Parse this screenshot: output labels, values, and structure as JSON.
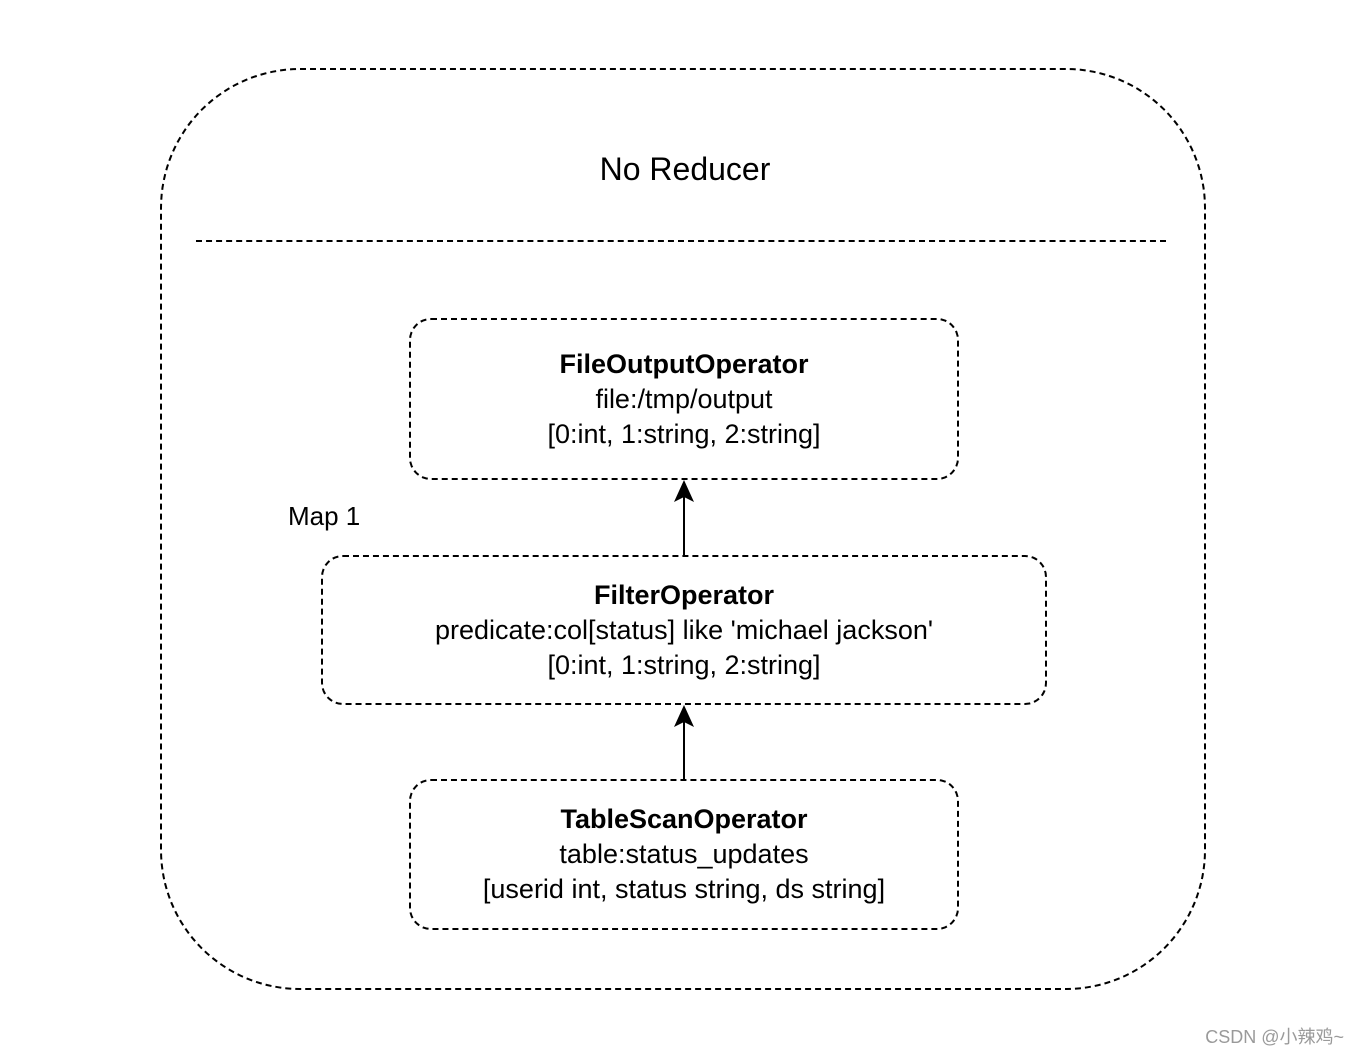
{
  "diagram": {
    "title": "No Reducer",
    "map_label": "Map 1",
    "operators": {
      "file_output": {
        "name": "FileOutputOperator",
        "line1": "file:/tmp/output",
        "line2": "[0:int, 1:string, 2:string]"
      },
      "filter": {
        "name": "FilterOperator",
        "line1": "predicate:col[status] like 'michael jackson'",
        "line2": "[0:int, 1:string, 2:string]"
      },
      "table_scan": {
        "name": "TableScanOperator",
        "line1": "table:status_updates",
        "line2": "[userid int, status string, ds string]"
      }
    },
    "edges": [
      {
        "from": "table_scan",
        "to": "filter"
      },
      {
        "from": "filter",
        "to": "file_output"
      }
    ]
  },
  "watermark": "CSDN @小辣鸡~"
}
